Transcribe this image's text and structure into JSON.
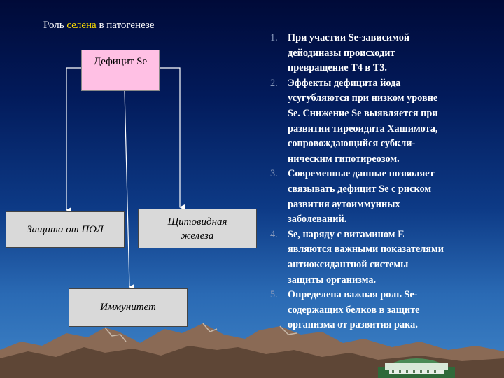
{
  "title": {
    "before": "Роль ",
    "highlight": "селена ",
    "after": "в патогенезе"
  },
  "diagram": {
    "deficit": "Дефицит Se",
    "pol": "Защита от ПОЛ",
    "thyroid": "Щитовидная\nжелеза",
    "immunity": "Иммунитет"
  },
  "list": [
    {
      "num": "1.",
      "text": "При участии Se-зависимой\nдейодиназы происходит\nпревращение Т4 в Т3."
    },
    {
      "num": "2.",
      "text": "Эффекты дефицита йода\nусугубляются при низком уровне\nSe. Снижение Se выявляется при\nразвитии тиреоидита Хашимота,\nсопровождающийся субкли-\nническим гипотиреозом."
    },
    {
      "num": "3.",
      "text": "Современные данные позволяет\nсвязывать дефицит Se с риском\nразвития аутоиммунных\nзаболеваний."
    },
    {
      "num": "4.",
      "text": "Se, наряду с витамином Е\nявляются важными показателями\nантиоксидантной системы\nзащиты организма."
    },
    {
      "num": "5.",
      "text": "Определена важная роль Se-\nсодержащих белков в защите\nорганизма от развития рака."
    }
  ],
  "colors": {
    "highlight": "#ffe000",
    "deficit_box": "#ffc0e4",
    "outcome_box": "#d9d9d9",
    "arrow": "#ffffff"
  }
}
